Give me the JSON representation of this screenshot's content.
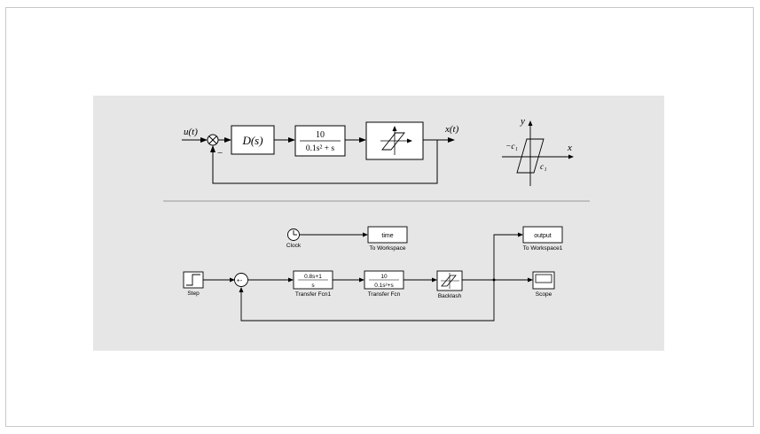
{
  "top_diagram": {
    "input_label": "u(t)",
    "output_label": "x(t)",
    "minus_sign": "−",
    "controller": "D(s)",
    "plant_num": "10",
    "plant_den": "0.1s² + s",
    "char_y": "y",
    "char_x": "x",
    "char_neg_c1": "−c₁",
    "char_c1": "c₁"
  },
  "simulink": {
    "clock_label": "Clock",
    "to_workspace_text": "time",
    "to_workspace_label": "To Workspace",
    "to_workspace1_text": "output",
    "to_workspace1_label": "To Workspace1",
    "step_label": "Step",
    "sum_signs": "+-",
    "tf1_num": "0.8s+1",
    "tf1_den": "s",
    "tf1_label": "Transfer Fcn1",
    "tf_num": "10",
    "tf_den": "0.1s²+s",
    "tf_label": "Transfer Fcn",
    "backlash_label": "Backlash",
    "scope_label": "Scope"
  }
}
